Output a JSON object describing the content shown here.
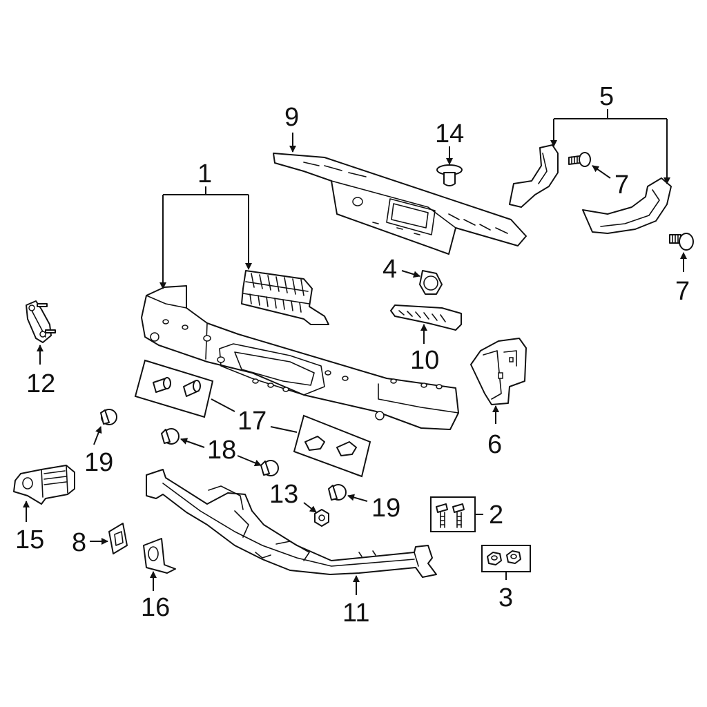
{
  "diagram": {
    "callouts": [
      {
        "id": "1",
        "label": "1"
      },
      {
        "id": "2",
        "label": "2"
      },
      {
        "id": "3",
        "label": "3"
      },
      {
        "id": "4",
        "label": "4"
      },
      {
        "id": "5",
        "label": "5"
      },
      {
        "id": "6",
        "label": "6"
      },
      {
        "id": "7a",
        "label": "7"
      },
      {
        "id": "7b",
        "label": "7"
      },
      {
        "id": "8",
        "label": "8"
      },
      {
        "id": "9",
        "label": "9"
      },
      {
        "id": "10",
        "label": "10"
      },
      {
        "id": "11",
        "label": "11"
      },
      {
        "id": "12",
        "label": "12"
      },
      {
        "id": "13",
        "label": "13"
      },
      {
        "id": "14",
        "label": "14"
      },
      {
        "id": "15",
        "label": "15"
      },
      {
        "id": "16",
        "label": "16"
      },
      {
        "id": "17",
        "label": "17"
      },
      {
        "id": "18",
        "label": "18"
      },
      {
        "id": "19a",
        "label": "19"
      },
      {
        "id": "19b",
        "label": "19"
      }
    ]
  }
}
